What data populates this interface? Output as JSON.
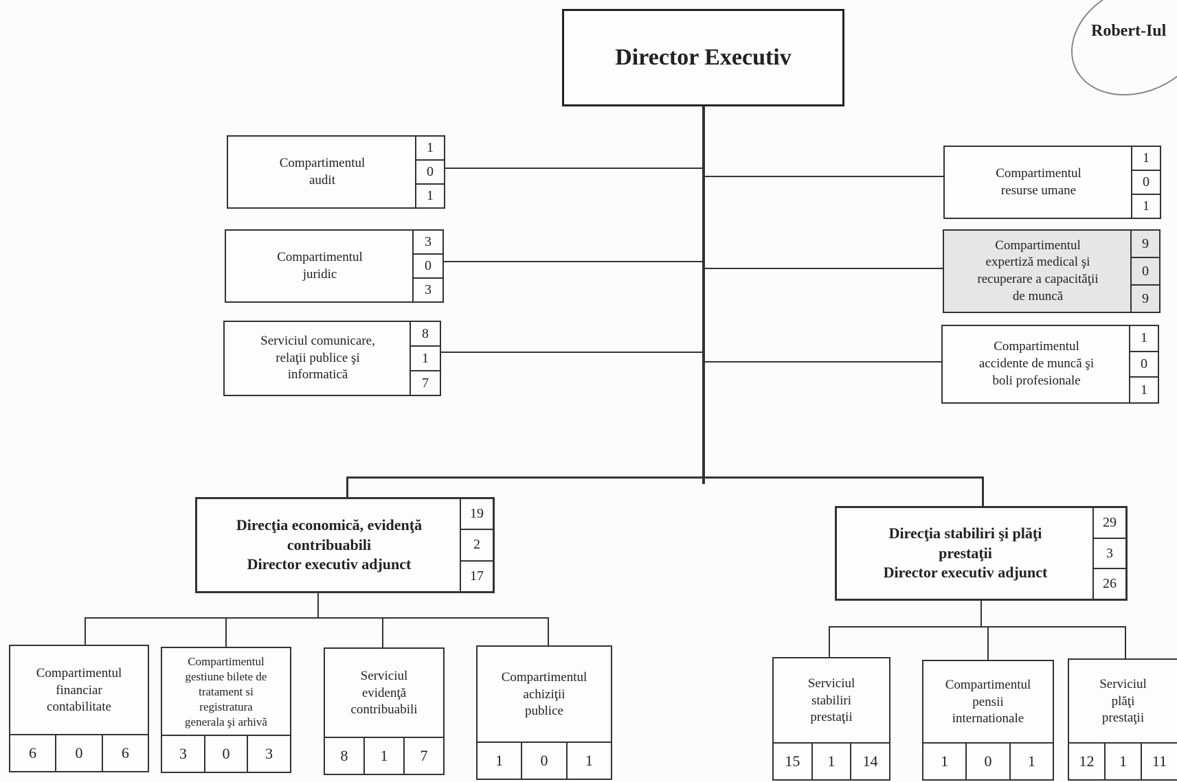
{
  "root": {
    "title": "Director Executiv"
  },
  "stamp": {
    "text": "Robert-Iul"
  },
  "left_units": [
    {
      "label": "Compartimentul\naudit",
      "nums": [
        "1",
        "0",
        "1"
      ]
    },
    {
      "label": "Compartimentul\njuridic",
      "nums": [
        "3",
        "0",
        "3"
      ]
    },
    {
      "label": "Serviciul comunicare,\nrelaţii publice şi\ninformatică",
      "nums": [
        "8",
        "1",
        "7"
      ]
    }
  ],
  "right_units": [
    {
      "label": "Compartimentul\nresurse umane",
      "nums": [
        "1",
        "0",
        "1"
      ]
    },
    {
      "label": "Compartimentul\nexpertiză medical şi\nrecuperare a capacităţii\nde muncă",
      "nums": [
        "9",
        "0",
        "9"
      ]
    },
    {
      "label": "Compartimentul\naccidente de muncă şi\nboli profesionale",
      "nums": [
        "1",
        "0",
        "1"
      ]
    }
  ],
  "directorates": [
    {
      "label": "Direcţia economică, evidenţă\ncontribuabili\nDirector executiv adjunct",
      "nums": [
        "19",
        "2",
        "17"
      ],
      "children": [
        {
          "label": "Compartimentul\nfinanciar\ncontabilitate",
          "nums": [
            "6",
            "0",
            "6"
          ]
        },
        {
          "label": "Compartimentul\ngestiune bilete de\ntratament si\nregistratura\ngenerala şi arhivă",
          "nums": [
            "3",
            "0",
            "3"
          ]
        },
        {
          "label": "Serviciul\nevidenţă\ncontribuabili",
          "nums": [
            "8",
            "1",
            "7"
          ]
        },
        {
          "label": "Compartimentul\nachiziţii\npublice",
          "nums": [
            "1",
            "0",
            "1"
          ]
        }
      ]
    },
    {
      "label": "Direcţia stabiliri şi plăţi\nprestaţii\nDirector executiv adjunct",
      "nums": [
        "29",
        "3",
        "26"
      ],
      "children": [
        {
          "label": "Serviciul\nstabiliri\nprestaţii",
          "nums": [
            "15",
            "1",
            "14"
          ]
        },
        {
          "label": "Compartimentul\npensii\ninternationale",
          "nums": [
            "1",
            "0",
            "1"
          ]
        },
        {
          "label": "Serviciul\nplăţi\nprestaţii",
          "nums": [
            "12",
            "1",
            "11"
          ]
        }
      ]
    }
  ]
}
